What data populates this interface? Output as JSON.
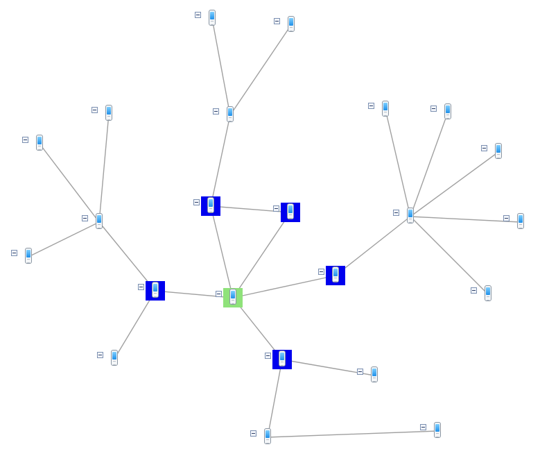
{
  "diagram": {
    "colors": {
      "edge": "#a0a0a0",
      "hub_background": "#0000ee",
      "root_background": "#8fe27a",
      "screen_top": "#7fd0ff",
      "screen_bottom": "#1f8fe8"
    },
    "nodes": [
      {
        "id": "root",
        "kind": "root",
        "icon": "mobile-phone-icon",
        "toggle_icon": "collapse-toggle-icon"
      },
      {
        "id": "hub-top",
        "kind": "hub",
        "icon": "mobile-phone-icon",
        "toggle_icon": "collapse-toggle-icon"
      },
      {
        "id": "hub-topright",
        "kind": "hub",
        "icon": "mobile-phone-icon",
        "toggle_icon": "collapse-toggle-icon"
      },
      {
        "id": "hub-left",
        "kind": "hub",
        "icon": "mobile-phone-icon",
        "toggle_icon": "collapse-toggle-icon"
      },
      {
        "id": "hub-right",
        "kind": "hub",
        "icon": "mobile-phone-icon",
        "toggle_icon": "collapse-toggle-icon"
      },
      {
        "id": "hub-bottom",
        "kind": "hub",
        "icon": "mobile-phone-icon",
        "toggle_icon": "collapse-toggle-icon"
      },
      {
        "id": "mid-top",
        "kind": "leaf",
        "icon": "mobile-phone-icon",
        "toggle_icon": "collapse-toggle-icon"
      },
      {
        "id": "top-1",
        "kind": "leaf",
        "icon": "mobile-phone-icon",
        "toggle_icon": "collapse-toggle-icon"
      },
      {
        "id": "top-2",
        "kind": "leaf",
        "icon": "mobile-phone-icon",
        "toggle_icon": "collapse-toggle-icon"
      },
      {
        "id": "mid-left",
        "kind": "leaf",
        "icon": "mobile-phone-icon",
        "toggle_icon": "collapse-toggle-icon"
      },
      {
        "id": "left-1",
        "kind": "leaf",
        "icon": "mobile-phone-icon",
        "toggle_icon": "collapse-toggle-icon"
      },
      {
        "id": "left-2",
        "kind": "leaf",
        "icon": "mobile-phone-icon",
        "toggle_icon": "collapse-toggle-icon"
      },
      {
        "id": "left-3",
        "kind": "leaf",
        "icon": "mobile-phone-icon",
        "toggle_icon": "collapse-toggle-icon"
      },
      {
        "id": "left-bottom",
        "kind": "leaf",
        "icon": "mobile-phone-icon",
        "toggle_icon": "collapse-toggle-icon"
      },
      {
        "id": "mid-right",
        "kind": "leaf",
        "icon": "mobile-phone-icon",
        "toggle_icon": "collapse-toggle-icon"
      },
      {
        "id": "right-1",
        "kind": "leaf",
        "icon": "mobile-phone-icon",
        "toggle_icon": "collapse-toggle-icon"
      },
      {
        "id": "right-2",
        "kind": "leaf",
        "icon": "mobile-phone-icon",
        "toggle_icon": "collapse-toggle-icon"
      },
      {
        "id": "right-3",
        "kind": "leaf",
        "icon": "mobile-phone-icon",
        "toggle_icon": "collapse-toggle-icon"
      },
      {
        "id": "right-4",
        "kind": "leaf",
        "icon": "mobile-phone-icon",
        "toggle_icon": "collapse-toggle-icon"
      },
      {
        "id": "right-5",
        "kind": "leaf",
        "icon": "mobile-phone-icon",
        "toggle_icon": "collapse-toggle-icon"
      },
      {
        "id": "bottom-1",
        "kind": "leaf",
        "icon": "mobile-phone-icon",
        "toggle_icon": "collapse-toggle-icon"
      },
      {
        "id": "bottom-mid",
        "kind": "leaf",
        "icon": "mobile-phone-icon",
        "toggle_icon": "collapse-toggle-icon"
      },
      {
        "id": "bottom-2",
        "kind": "leaf",
        "icon": "mobile-phone-icon",
        "toggle_icon": "collapse-toggle-icon"
      }
    ],
    "edges": [
      [
        "root",
        "hub-top"
      ],
      [
        "root",
        "hub-topright"
      ],
      [
        "hub-top",
        "hub-topright"
      ],
      [
        "root",
        "hub-left"
      ],
      [
        "root",
        "hub-right"
      ],
      [
        "root",
        "hub-bottom"
      ],
      [
        "hub-top",
        "mid-top"
      ],
      [
        "mid-top",
        "top-1"
      ],
      [
        "mid-top",
        "top-2"
      ],
      [
        "hub-left",
        "mid-left"
      ],
      [
        "mid-left",
        "left-1"
      ],
      [
        "mid-left",
        "left-2"
      ],
      [
        "mid-left",
        "left-3"
      ],
      [
        "hub-left",
        "left-bottom"
      ],
      [
        "hub-right",
        "mid-right"
      ],
      [
        "mid-right",
        "right-1"
      ],
      [
        "mid-right",
        "right-2"
      ],
      [
        "mid-right",
        "right-3"
      ],
      [
        "mid-right",
        "right-4"
      ],
      [
        "mid-right",
        "right-5"
      ],
      [
        "hub-bottom",
        "bottom-1"
      ],
      [
        "hub-bottom",
        "bottom-mid"
      ],
      [
        "bottom-mid",
        "bottom-2"
      ]
    ]
  }
}
